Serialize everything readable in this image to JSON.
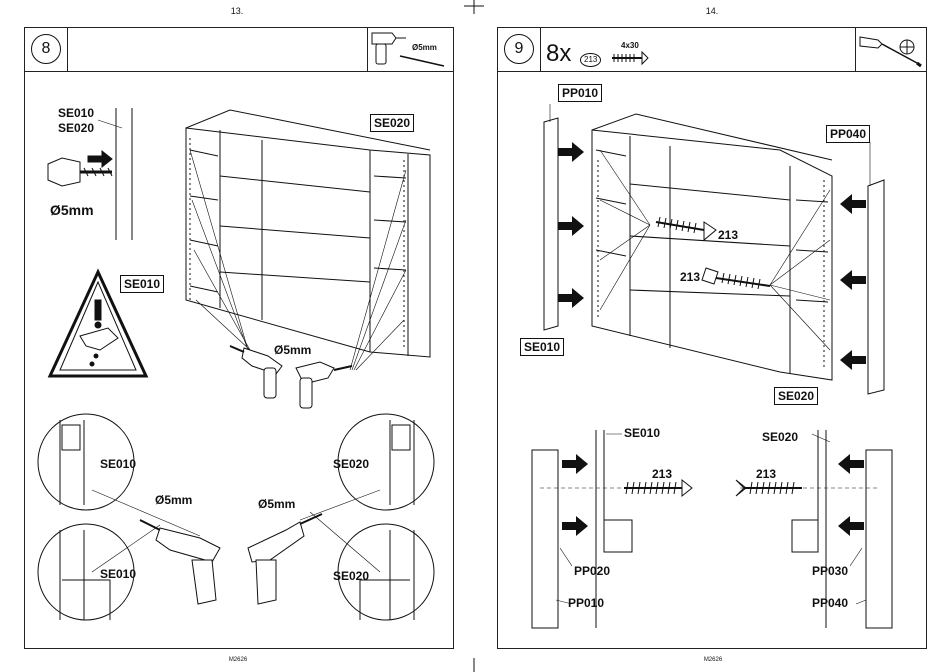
{
  "left_page": {
    "page_number": "13.",
    "step": "8",
    "drill_size": "Ø5mm",
    "labels": {
      "se010_top": "SE010",
      "se020_top": "SE020",
      "drill_detail": "Ø5mm",
      "se020_box": "SE020",
      "se010_box": "SE010",
      "drill_label": "Ø5mm",
      "circle_tl": "SE010",
      "circle_bl": "SE010",
      "circle_tr": "SE020",
      "circle_br": "SE020",
      "drill_left": "Ø5mm",
      "drill_right": "Ø5mm"
    },
    "footer": "M2626"
  },
  "right_page": {
    "page_number": "14.",
    "step": "9",
    "quantity": "8x",
    "part_number": "213",
    "screw_size": "4x30",
    "labels": {
      "pp010": "PP010",
      "pp040": "PP040",
      "se010_box": "SE010",
      "se020_box": "SE020",
      "screw_213_a": "213",
      "screw_213_b": "213",
      "detail_se010": "SE010",
      "detail_se020": "SE020",
      "detail_213_left": "213",
      "detail_213_right": "213",
      "pp020": "PP020",
      "pp030": "PP030",
      "pp010_bottom": "PP010",
      "pp040_bottom": "PP040"
    },
    "footer": "M2626"
  },
  "icons": {
    "drill": "drill-icon",
    "drill_bit": "drill-bit-icon",
    "screwdriver": "screwdriver-icon",
    "phillips": "phillips-bit-icon",
    "warning": "warning-triangle-icon",
    "screw": "screw-icon",
    "arrow": "arrow-icon"
  }
}
